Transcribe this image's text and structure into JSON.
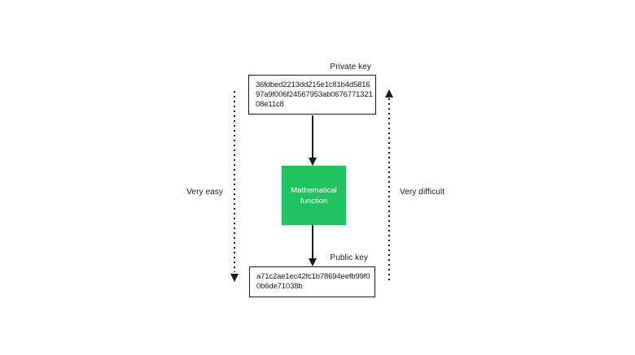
{
  "diagram": {
    "title_semantics": "Private key to public key one-way function diagram",
    "private_key": {
      "label": "Private key",
      "value_lines": [
        "36fdbed2213dd215e1c81b4d5816",
        "97a9f006f24567953ab0676771321",
        "08e11c8"
      ]
    },
    "function_box": {
      "label_lines": [
        "Mathematical",
        "function"
      ]
    },
    "public_key": {
      "label": "Public key",
      "value_lines": [
        "a71c2ae1ec42fc1b78694eefb99f0",
        "0b6de71038b"
      ]
    },
    "left_flow": {
      "label": "Very easy",
      "direction": "down"
    },
    "right_flow": {
      "label": "Very difficult",
      "direction": "up"
    },
    "colors": {
      "accent_green": "#1fc45f",
      "ink": "#1a1a1a",
      "background": "#ffffff"
    }
  }
}
